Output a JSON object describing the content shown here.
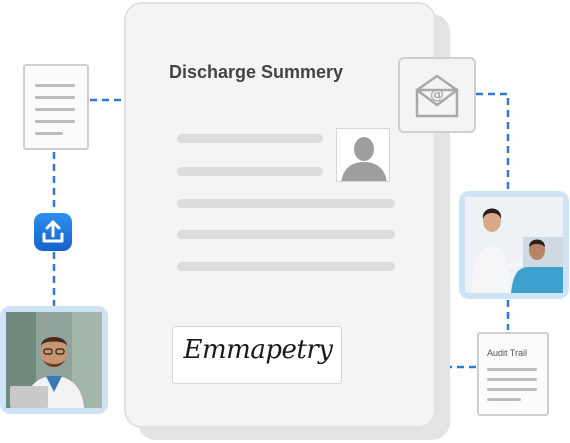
{
  "document": {
    "title": "Discharge Summery",
    "signature": "Emmapetry"
  },
  "audit_trail": {
    "title": "Audit Trail"
  },
  "colors": {
    "connector": "#2f78d8",
    "upload_button": "#1a73e8",
    "photo_frame": "#cfe3f7"
  },
  "icons": [
    "document-icon",
    "upload-icon",
    "email-icon",
    "avatar-placeholder-icon",
    "audit-trail-icon"
  ]
}
